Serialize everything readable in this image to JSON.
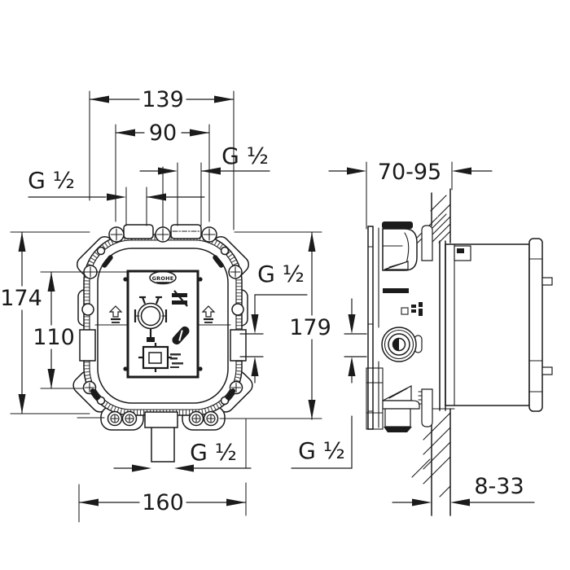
{
  "drawing": {
    "brand": "GROHE",
    "thread_label": "G ¹⁄₂",
    "dimensions": {
      "top_width": "139",
      "top_port_spacing": "90",
      "body_height": "174",
      "inner_height": "110",
      "side_height": "179",
      "bottom_width": "160",
      "install_depth_range": "70-95",
      "finish_depth_range": "8-33"
    }
  }
}
